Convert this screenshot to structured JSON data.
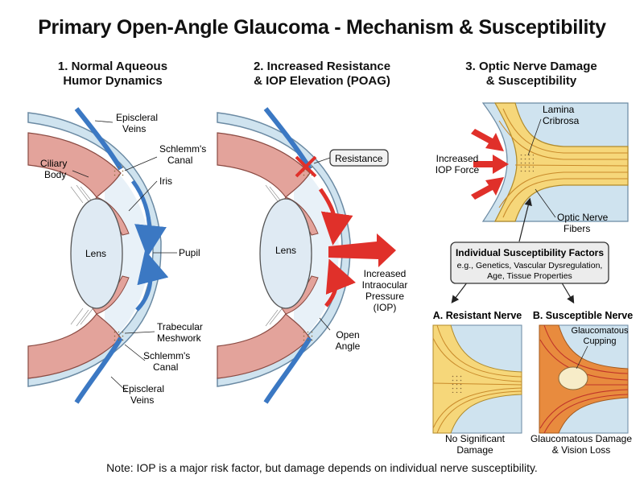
{
  "title": "Primary Open-Angle Glaucoma - Mechanism & Susceptibility",
  "panels": [
    {
      "heading_line1": "1. Normal Aqueous",
      "heading_line2": "Humor Dynamics"
    },
    {
      "heading_line1": "2. Increased Resistance",
      "heading_line2": "& IOP Elevation (POAG)"
    },
    {
      "heading_line1": "3. Optic Nerve Damage",
      "heading_line2": "& Susceptibility"
    }
  ],
  "panel1_labels": {
    "episcleral_top": [
      "Episcleral",
      "Veins"
    ],
    "schlemm_top": [
      "Schlemm's",
      "Canal"
    ],
    "ciliary_body": [
      "Ciliary",
      "Body"
    ],
    "iris": "Iris",
    "lens": "Lens",
    "pupil": "Pupil",
    "trabecular": [
      "Trabecular",
      "Meshwork"
    ],
    "schlemm_bottom": [
      "Schlemm's",
      "Canal"
    ],
    "episcleral_bottom": [
      "Episcleral",
      "Veins"
    ]
  },
  "panel2_labels": {
    "resistance": "Resistance",
    "lens": "Lens",
    "iop": [
      "Increased",
      "Intraocular",
      "Pressure",
      "(IOP)"
    ],
    "open_angle": [
      "Open",
      "Angle"
    ]
  },
  "panel3_labels": {
    "lamina": [
      "Lamina",
      "Cribrosa"
    ],
    "iop_force": [
      "Increased",
      "IOP Force"
    ],
    "nerve_fibers": [
      "Optic Nerve",
      "Fibers"
    ],
    "factors_title": "Individual Susceptibility Factors",
    "factors_body": [
      "e.g., Genetics, Vascular Dysregulation,",
      "Age, Tissue Properties"
    ],
    "resistant_title": "A. Resistant Nerve",
    "susceptible_title": "B. Susceptible Nerve",
    "cupping": [
      "Glaucomatous",
      "Cupping"
    ],
    "resistant_result": [
      "No Significant",
      "Damage"
    ],
    "susceptible_result": [
      "Glaucomatous Damage",
      "& Vision Loss"
    ]
  },
  "note": "Note: IOP is a major risk factor, but damage depends on individual nerve susceptibility.",
  "colors": {
    "sclera": "#cfe3ef",
    "tissue": "#e3a39b",
    "vein": "#3b78c3",
    "lens": "#dfeaf3",
    "nerve": "#f6d77a",
    "nerve_damaged": "#e88b3e",
    "arrow_red": "#e0302a",
    "box_fill": "#ececec"
  }
}
